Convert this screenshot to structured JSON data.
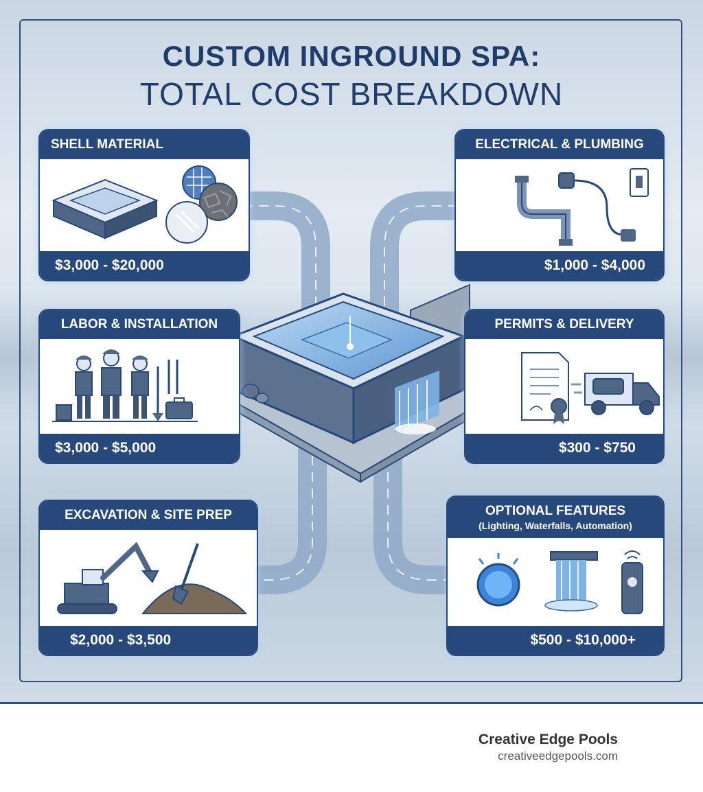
{
  "title": {
    "line1": "CUSTOM INGROUND SPA:",
    "line2": "TOTAL COST BREAKDOWN"
  },
  "cards": {
    "shell": {
      "label": "SHELL MATERIAL",
      "price": "$3,000 - $20,000"
    },
    "labor": {
      "label": "LABOR & INSTALLATION",
      "price": "$3,000 - $5,000"
    },
    "excavation": {
      "label": "EXCAVATION & SITE PREP",
      "price": "$2,000 - $3,500"
    },
    "electrical": {
      "label": "ELECTRICAL & PLUMBING",
      "price": "$1,000 - $4,000"
    },
    "permits": {
      "label": "PERMITS & DELIVERY",
      "price": "$300 - $750"
    },
    "optional": {
      "label": "OPTIONAL FEATURES",
      "sublabel": "(Lighting, Waterfalls, Automation)",
      "price": "$500 - $10,000+"
    }
  },
  "brand": {
    "name": "Creative Edge Pools",
    "url": "creativeedgepools.com"
  },
  "colors": {
    "navy": "#26487a",
    "title": "#1f3d6b",
    "water": "#6fa8dc",
    "accent_light": "#dbe8f5"
  },
  "icons": [
    "hot-tub-icon",
    "tile-swatch-icon",
    "stone-swatch-icon",
    "glass-swatch-icon",
    "pipe-icon",
    "plug-icon",
    "light-switch-icon",
    "worker-icon",
    "toolbox-icon",
    "wrench-icon",
    "document-icon",
    "seal-icon",
    "delivery-truck-icon",
    "excavator-icon",
    "shovel-icon",
    "pool-light-icon",
    "waterfall-icon",
    "remote-icon"
  ]
}
